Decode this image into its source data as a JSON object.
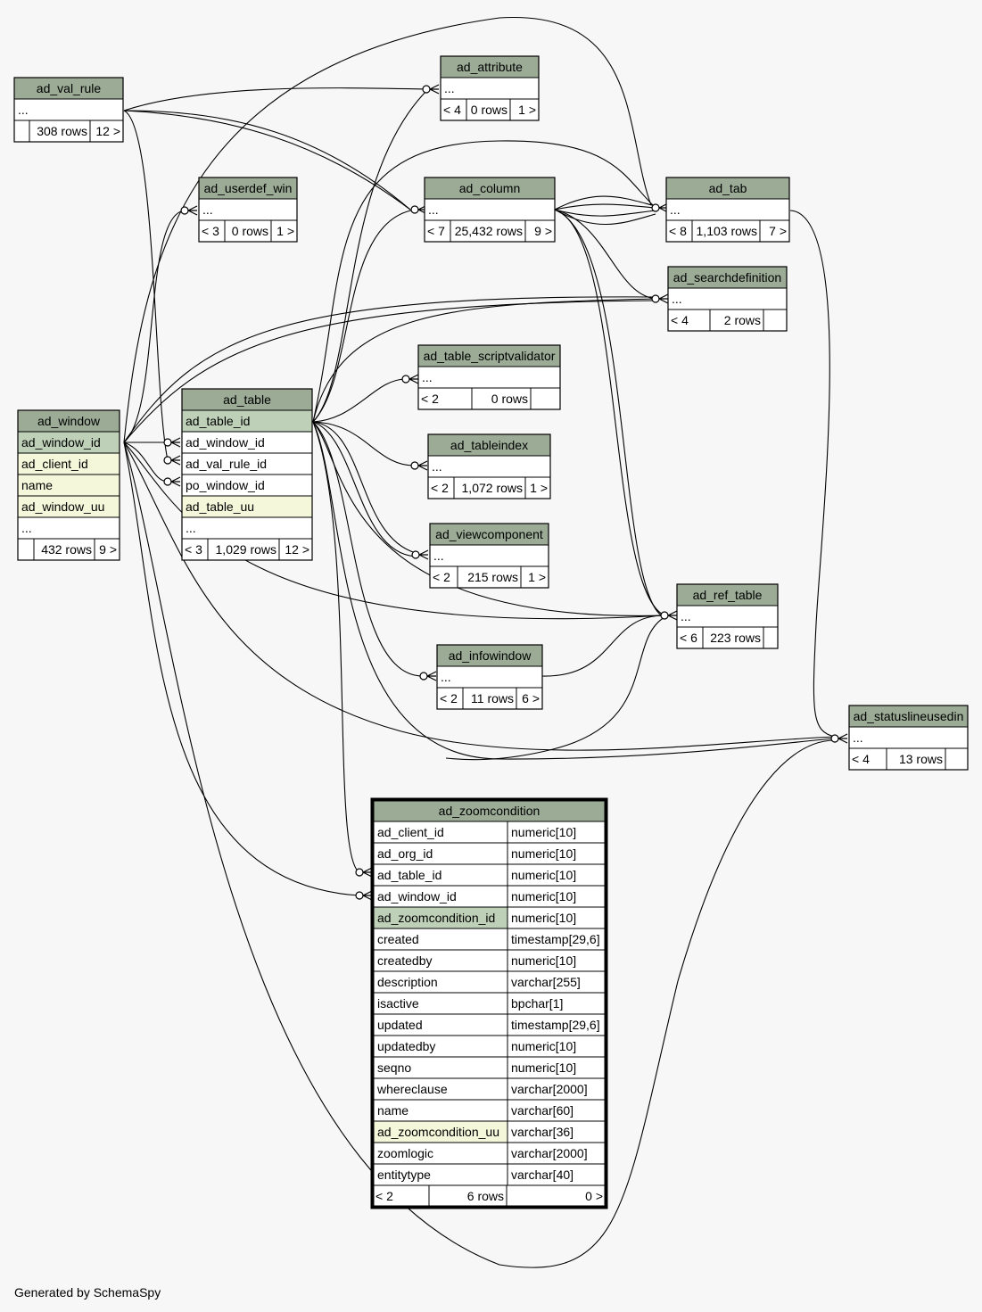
{
  "footer": "Generated by SchemaSpy",
  "colors": {
    "header": "#9bab96",
    "primary_key": "#bed1b8",
    "indexed": "#f4f7da",
    "plain": "#ffffff",
    "background": "#f7f7f7"
  },
  "tables": [
    {
      "id": "ad_val_rule",
      "name": "ad_val_rule",
      "rows": [
        {
          "text": "..."
        }
      ],
      "footer": [
        "",
        "308 rows",
        "12 >"
      ]
    },
    {
      "id": "ad_attribute",
      "name": "ad_attribute",
      "rows": [
        {
          "text": "..."
        }
      ],
      "footer": [
        "< 4",
        "0 rows",
        "1 >"
      ]
    },
    {
      "id": "ad_userdef_win",
      "name": "ad_userdef_win",
      "rows": [
        {
          "text": "..."
        }
      ],
      "footer": [
        "< 3",
        "0 rows",
        "1 >"
      ]
    },
    {
      "id": "ad_column",
      "name": "ad_column",
      "rows": [
        {
          "text": "..."
        }
      ],
      "footer": [
        "< 7",
        "25,432 rows",
        "9 >"
      ]
    },
    {
      "id": "ad_tab",
      "name": "ad_tab",
      "rows": [
        {
          "text": "..."
        }
      ],
      "footer": [
        "< 8",
        "1,103 rows",
        "7 >"
      ]
    },
    {
      "id": "ad_searchdefinition",
      "name": "ad_searchdefinition",
      "rows": [
        {
          "text": "..."
        }
      ],
      "footer": [
        "< 4",
        "2 rows",
        ""
      ]
    },
    {
      "id": "ad_table_scriptvalidator",
      "name": "ad_table_scriptvalidator",
      "rows": [
        {
          "text": "..."
        }
      ],
      "footer": [
        "< 2",
        "0 rows",
        ""
      ]
    },
    {
      "id": "ad_window",
      "name": "ad_window",
      "rows": [
        {
          "text": "ad_window_id",
          "kind": "pk"
        },
        {
          "text": "ad_client_id",
          "kind": "idx"
        },
        {
          "text": "name",
          "kind": "idx"
        },
        {
          "text": "ad_window_uu",
          "kind": "idx"
        },
        {
          "text": "..."
        }
      ],
      "footer": [
        "",
        "432 rows",
        "9 >"
      ]
    },
    {
      "id": "ad_table",
      "name": "ad_table",
      "rows": [
        {
          "text": "ad_table_id",
          "kind": "pk"
        },
        {
          "text": "ad_window_id"
        },
        {
          "text": "ad_val_rule_id"
        },
        {
          "text": "po_window_id"
        },
        {
          "text": "ad_table_uu",
          "kind": "idx"
        },
        {
          "text": "..."
        }
      ],
      "footer": [
        "< 3",
        "1,029 rows",
        "12 >"
      ]
    },
    {
      "id": "ad_tableindex",
      "name": "ad_tableindex",
      "rows": [
        {
          "text": "..."
        }
      ],
      "footer": [
        "< 2",
        "1,072 rows",
        "1 >"
      ]
    },
    {
      "id": "ad_viewcomponent",
      "name": "ad_viewcomponent",
      "rows": [
        {
          "text": "..."
        }
      ],
      "footer": [
        "< 2",
        "215 rows",
        "1 >"
      ]
    },
    {
      "id": "ad_ref_table",
      "name": "ad_ref_table",
      "rows": [
        {
          "text": "..."
        }
      ],
      "footer": [
        "< 6",
        "223 rows",
        ""
      ]
    },
    {
      "id": "ad_infowindow",
      "name": "ad_infowindow",
      "rows": [
        {
          "text": "..."
        }
      ],
      "footer": [
        "< 2",
        "11 rows",
        "6 >"
      ]
    },
    {
      "id": "ad_statuslineusedin",
      "name": "ad_statuslineusedin",
      "rows": [
        {
          "text": "..."
        }
      ],
      "footer": [
        "< 4",
        "13 rows",
        ""
      ]
    },
    {
      "id": "ad_zoomcondition",
      "name": "ad_zoomcondition",
      "focus": true,
      "rows": [
        {
          "text": "ad_client_id",
          "type": "numeric[10]"
        },
        {
          "text": "ad_org_id",
          "type": "numeric[10]"
        },
        {
          "text": "ad_table_id",
          "type": "numeric[10]"
        },
        {
          "text": "ad_window_id",
          "type": "numeric[10]"
        },
        {
          "text": "ad_zoomcondition_id",
          "type": "numeric[10]",
          "kind": "pk"
        },
        {
          "text": "created",
          "type": "timestamp[29,6]"
        },
        {
          "text": "createdby",
          "type": "numeric[10]"
        },
        {
          "text": "description",
          "type": "varchar[255]"
        },
        {
          "text": "isactive",
          "type": "bpchar[1]"
        },
        {
          "text": "updated",
          "type": "timestamp[29,6]"
        },
        {
          "text": "updatedby",
          "type": "numeric[10]"
        },
        {
          "text": "seqno",
          "type": "numeric[10]"
        },
        {
          "text": "whereclause",
          "type": "varchar[2000]"
        },
        {
          "text": "name",
          "type": "varchar[60]"
        },
        {
          "text": "ad_zoomcondition_uu",
          "type": "varchar[36]",
          "kind": "idx"
        },
        {
          "text": "zoomlogic",
          "type": "varchar[2000]"
        },
        {
          "text": "entitytype",
          "type": "varchar[40]"
        }
      ],
      "footer": [
        "< 2",
        "6 rows",
        "0 >"
      ]
    }
  ]
}
